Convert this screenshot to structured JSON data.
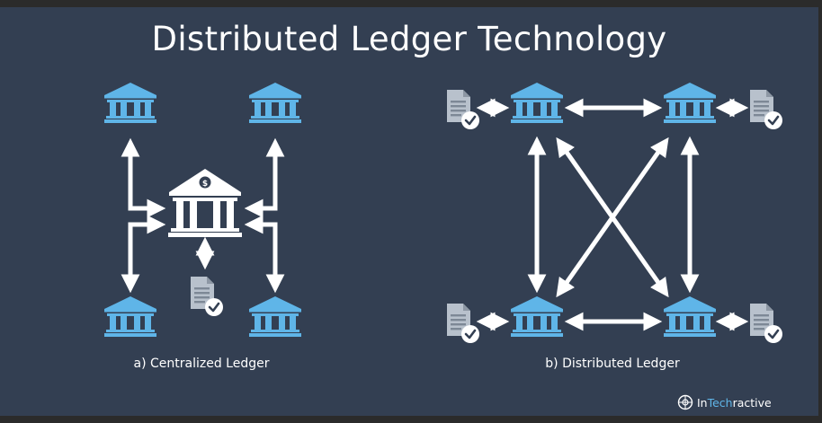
{
  "slide": {
    "title": "Distributed Ledger Technology",
    "centralized_caption": "a) Centralized Ledger",
    "distributed_caption": "b) Distributed Ledger",
    "logo": {
      "prefix": "In",
      "middle": "Tech",
      "suffix": "ractive"
    }
  },
  "colors": {
    "background": "#333f52",
    "bank": "#5fb5e8",
    "arrow": "#ffffff",
    "document": "#b8c1cc",
    "check_badge": "#ffffff"
  },
  "icons": {
    "bank": "bank-icon",
    "central_bank": "central-bank-icon",
    "document": "verified-document-icon",
    "logo": "intechractive-logo-icon"
  }
}
